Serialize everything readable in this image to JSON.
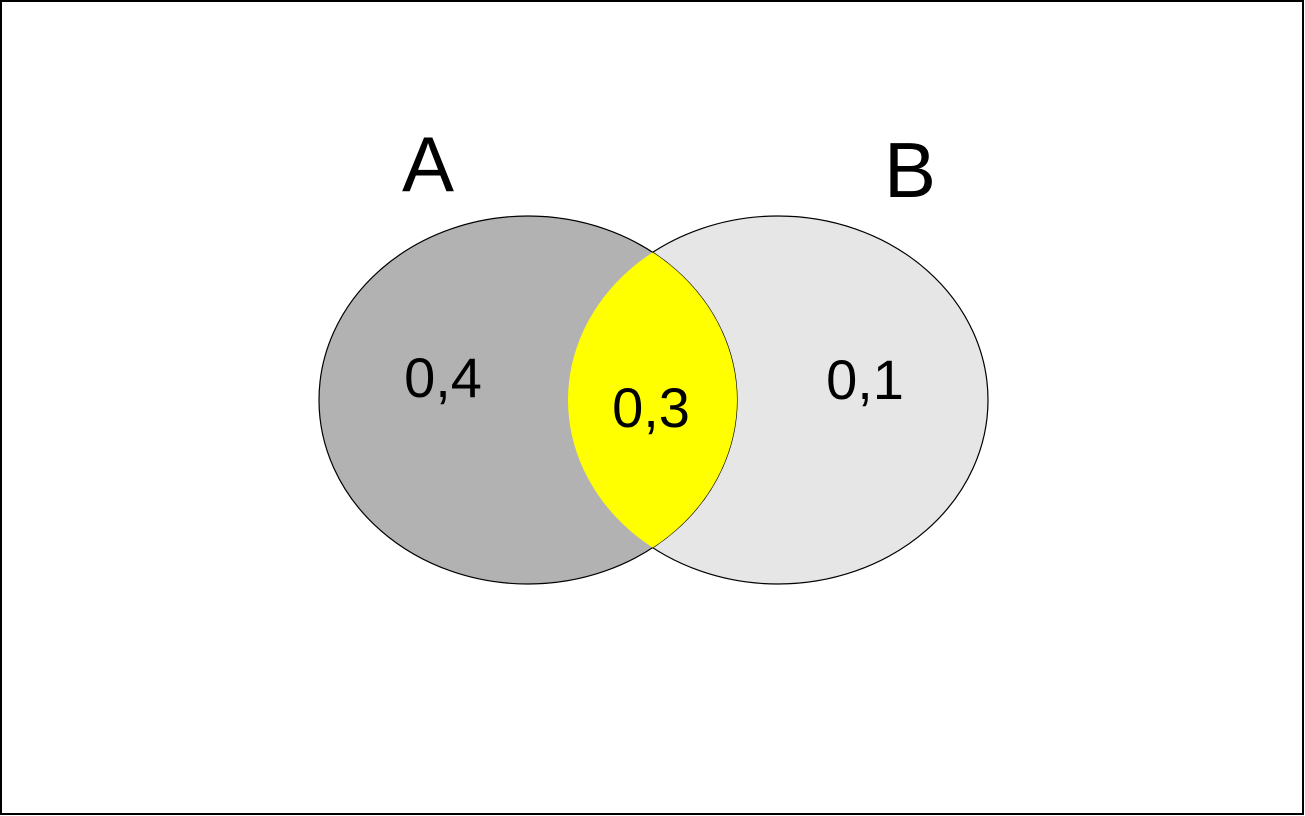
{
  "diagram": {
    "type": "venn",
    "sets": [
      {
        "label": "A",
        "fill": "#b2b2b2",
        "stroke": "#000000"
      },
      {
        "label": "B",
        "fill": "#e6e6e6",
        "stroke": "#000000"
      }
    ],
    "regions": {
      "a_only": "0,4",
      "intersection": "0,3",
      "b_only": "0,1"
    },
    "intersection_fill": "#ffff00",
    "frame_stroke": "#000000",
    "background": "#ffffff"
  }
}
